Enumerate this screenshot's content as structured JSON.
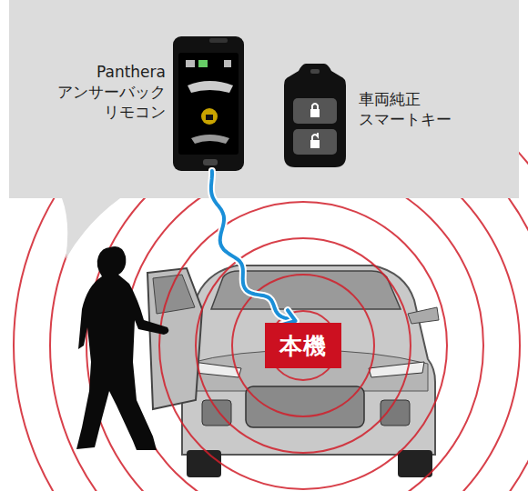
{
  "diagram": {
    "nodes": [
      {
        "text": [
          "Panthera アンサーバック リモコン"
        ]
      },
      {
        "text": [
          "車両純正 スマートキー"
        ]
      },
      {
        "text": [
          "本機"
        ]
      }
    ],
    "edges": [
      {
        "from": 0,
        "to": 2,
        "arrow": "to"
      }
    ]
  }
}
